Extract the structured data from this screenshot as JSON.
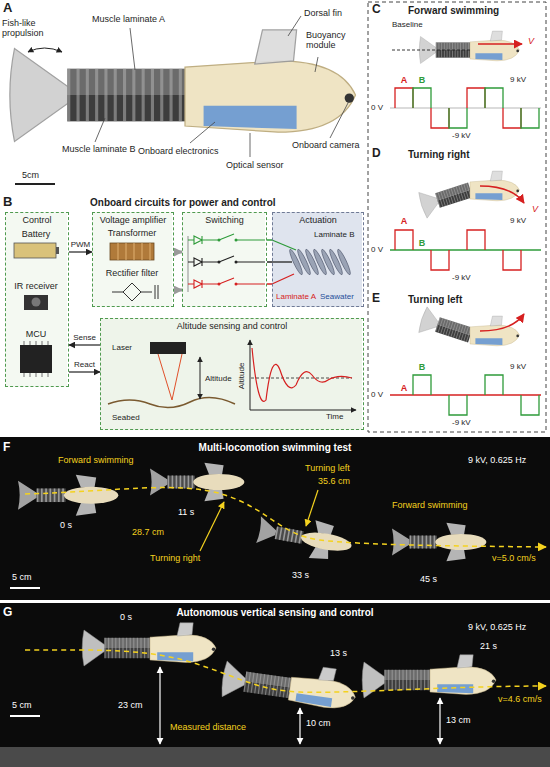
{
  "diagram": {
    "nodes": [
      {
        "text": [
          "Control"
        ]
      },
      {
        "text": [
          "Voltage amplifier"
        ]
      },
      {
        "text": [
          "Switching"
        ]
      },
      {
        "text": [
          "Actuation"
        ]
      },
      {
        "text": [
          "Altitude sensing and control"
        ]
      }
    ],
    "edges": [
      {
        "from": 0,
        "to": 1,
        "label": "PWM",
        "arrow": "to"
      },
      {
        "from": 1,
        "to": 2,
        "arrow": "to"
      },
      {
        "from": 1,
        "to": 2,
        "arrow": "to"
      },
      {
        "from": 2,
        "to": 3,
        "arrow": "none"
      },
      {
        "from": 2,
        "to": 3,
        "arrow": "none"
      },
      {
        "from": 2,
        "to": 3,
        "arrow": "none"
      },
      {
        "from": 4,
        "to": 0,
        "label": "Sense",
        "arrow": "to"
      },
      {
        "from": 0,
        "to": 4,
        "label": "React",
        "arrow": "to"
      }
    ],
    "labels": [
      "A",
      "Fish-like propulsion",
      "Muscle laminate A",
      "Muscle laminate B",
      "Dorsal fin",
      "Buoyancy module",
      "Onboard electronics",
      "Optical sensor",
      "Onboard camera",
      "5cm",
      "B",
      "Onboard circuits for power and control",
      "Battery",
      "IR receiver",
      "MCU",
      "Transformer",
      "Rectifier filter",
      "Laminate B",
      "Laminate A",
      "Seawater",
      "Laser",
      "Seabed",
      "Altitude",
      "Altitude",
      "Time",
      "C",
      "Forward swimming",
      "Baseline",
      "V",
      "A",
      "B",
      "0 V",
      "9 kV",
      "-9 kV",
      "D",
      "Turning right",
      "V",
      "A",
      "B",
      "0 V",
      "9 kV",
      "-9 kV",
      "E",
      "Turning left",
      "A",
      "B",
      "0 V",
      "9 kV",
      "-9 kV",
      "F",
      "Multi-locomotion swimming test",
      "9 kV, 0.625 Hz",
      "Forward swimming",
      "0 s",
      "11 s",
      "28.7 cm",
      "Turning right",
      "Turning left",
      "35.6 cm",
      "33 s",
      "Forward swimming",
      "45 s",
      "v=5.0 cm/s",
      "5 cm",
      "G",
      "Autonomous vertical sensing and control",
      "9 kV, 0.625 Hz",
      "0 s",
      "13 s",
      "21 s",
      "23 cm",
      "Measured distance",
      "10 cm",
      "13 cm",
      "v=4.6 cm/s",
      "5 cm"
    ]
  }
}
